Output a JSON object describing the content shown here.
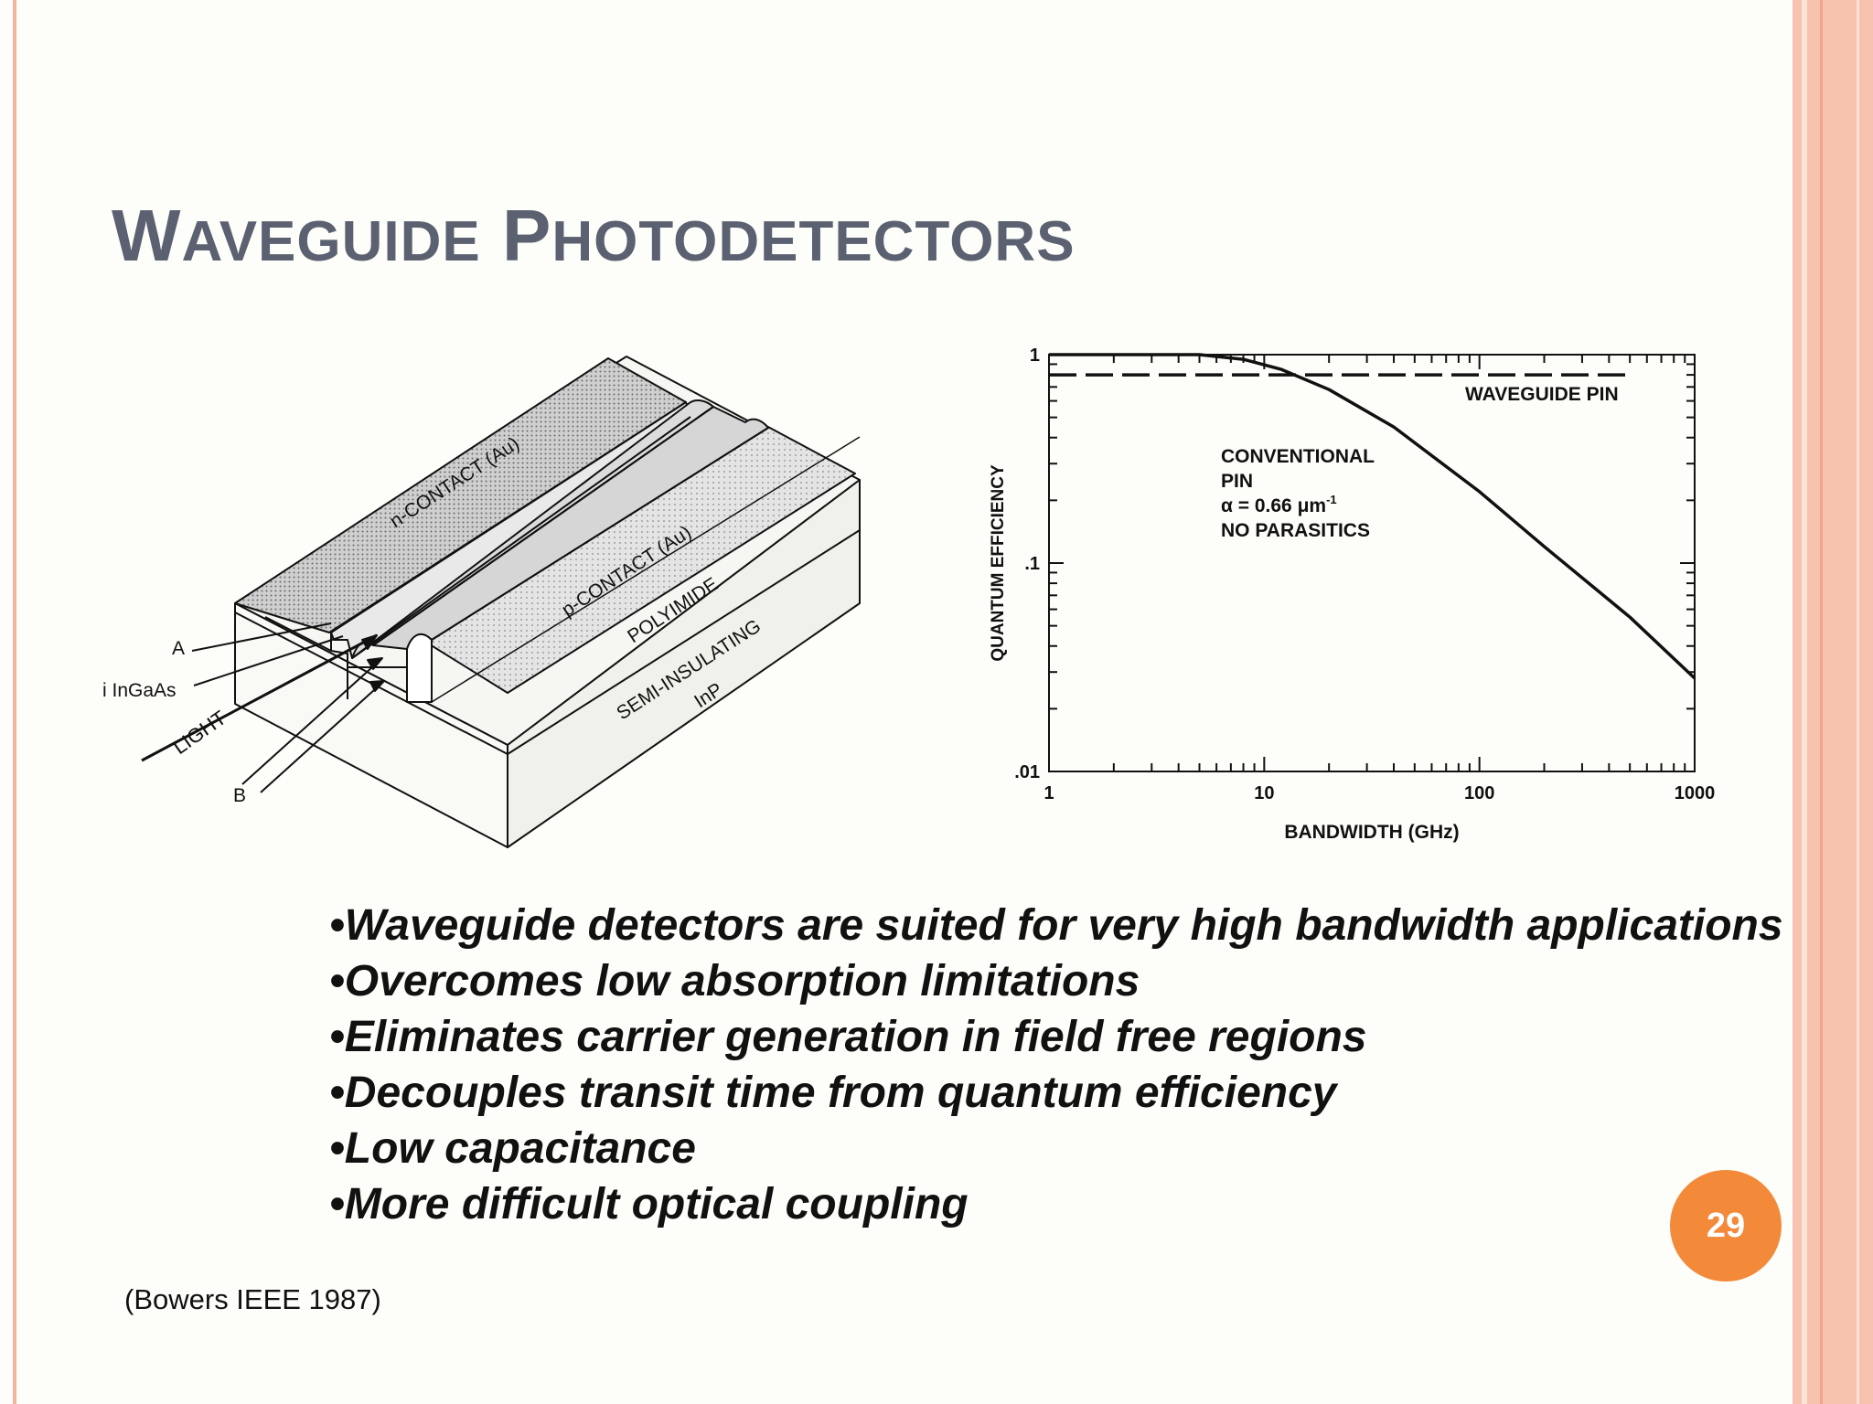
{
  "slide": {
    "title_initial_1": "W",
    "title_rest_1": "AVEGUIDE",
    "title_initial_2": "P",
    "title_rest_2": "HOTODETECTORS",
    "page_number": "29",
    "citation": "(Bowers IEEE 1987)",
    "frame_colors": {
      "outer_band": "#f7c2ae",
      "inner_line": "#f4a48a",
      "left_line": "#f3b49e"
    },
    "badge_color": "#f38a3a"
  },
  "diagram": {
    "labels": {
      "n_contact": "n-CONTACT (Au)",
      "p_contact": "p-CONTACT (Au)",
      "polyimide": "POLYIMIDE",
      "semi_insulating": "SEMI-INSULATING",
      "inp": "InP",
      "a": "A",
      "b": "B",
      "ingaas": "i InGaAs",
      "light": "LIGHT"
    }
  },
  "chart_data": {
    "type": "line",
    "xlabel": "BANDWIDTH (GHz)",
    "ylabel": "QUANTUM EFFICIENCY",
    "x_scale": "log",
    "y_scale": "log",
    "xlim": [
      1,
      1000
    ],
    "ylim": [
      0.01,
      1
    ],
    "x_tick_labels": [
      "1",
      "10",
      "100",
      "1000"
    ],
    "y_tick_labels": [
      "1",
      ".1",
      ".01"
    ],
    "grid": false,
    "series": [
      {
        "name": "WAVEGUIDE PIN",
        "style": "dashed",
        "x": [
          1,
          500
        ],
        "y": [
          0.8,
          0.8
        ]
      },
      {
        "name": "CONVENTIONAL PIN",
        "style": "solid",
        "x": [
          1,
          5,
          8,
          12,
          20,
          40,
          100,
          200,
          500,
          1000
        ],
        "y": [
          1.0,
          1.0,
          0.95,
          0.85,
          0.68,
          0.45,
          0.22,
          0.12,
          0.055,
          0.028
        ]
      }
    ],
    "annotations": {
      "waveguide_label": "WAVEGUIDE PIN",
      "conventional_line1": "CONVENTIONAL",
      "conventional_line2": "PIN",
      "alpha_prefix": "α = 0.66 ",
      "alpha_unit": "μm",
      "alpha_exp": "-1",
      "parasitics": "NO PARASITICS"
    }
  },
  "bullets": [
    "•Waveguide detectors are suited for very high bandwidth applications",
    "•Overcomes low absorption limitations",
    "•Eliminates carrier generation in field free regions",
    "•Decouples transit time from quantum efficiency",
    "•Low capacitance",
    "•More difficult optical coupling"
  ]
}
